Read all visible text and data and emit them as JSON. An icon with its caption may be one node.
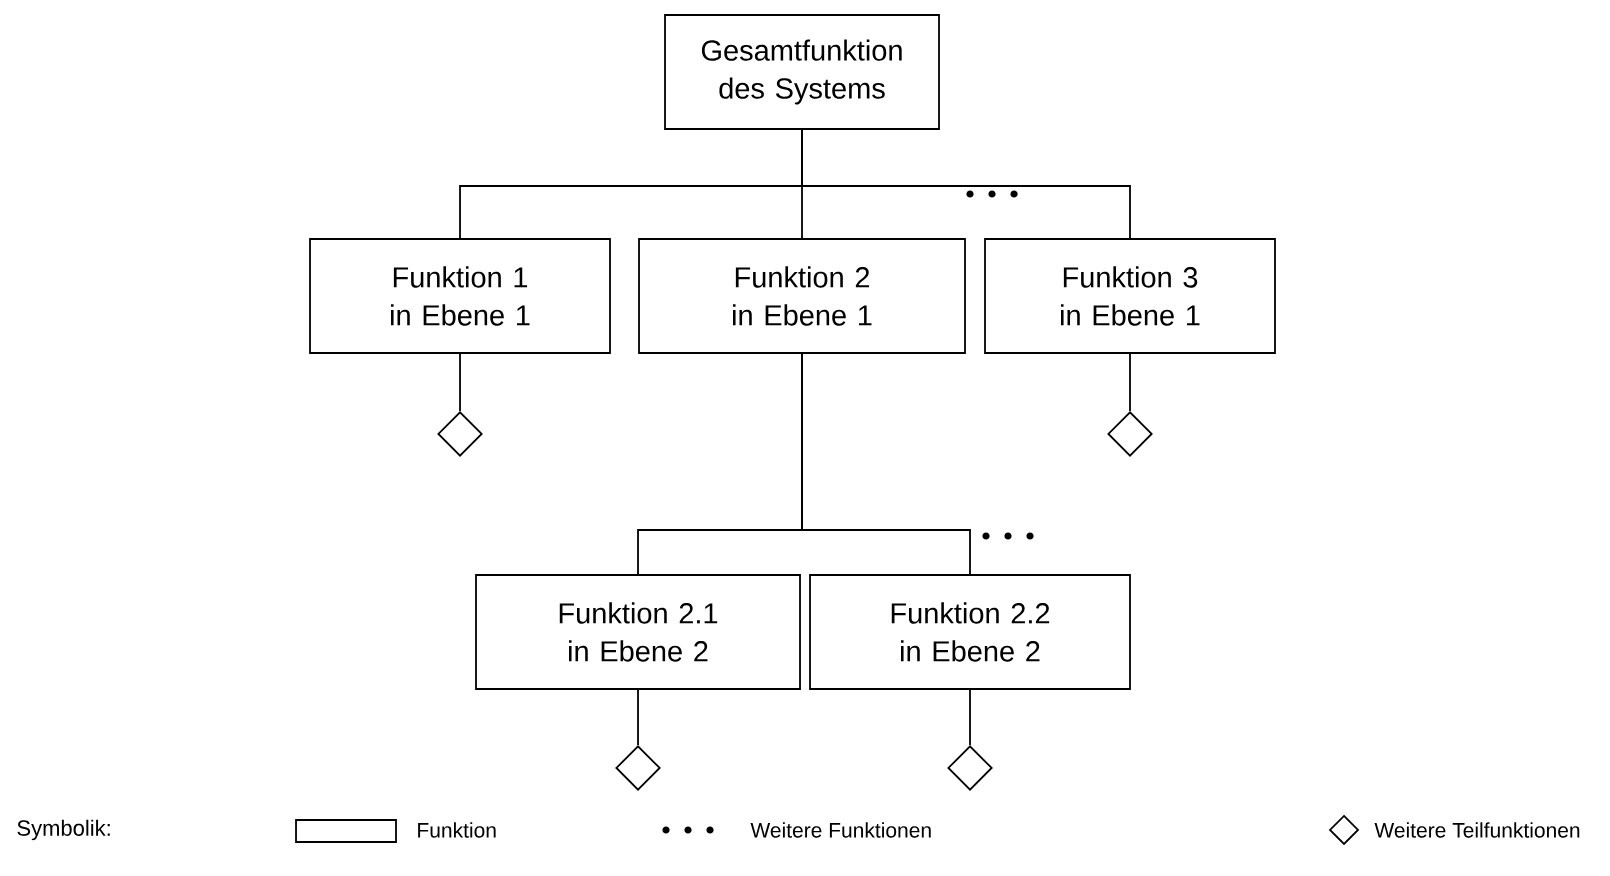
{
  "diagram": {
    "nodes": [
      {
        "text": [
          "Gesamtfunktion des Systems"
        ]
      },
      {
        "text": [
          "Funktion 1 in Ebene 1"
        ]
      },
      {
        "text": [
          "Funktion 2 in Ebene 1"
        ]
      },
      {
        "text": [
          "Funktion 3 in Ebene 1"
        ]
      },
      {
        "text": [
          "Funktion 2.1 in Ebene 2"
        ]
      },
      {
        "text": [
          "Funktion 2.2 in Ebene 2"
        ]
      },
      {
        "text": [],
        "shape": "diamond"
      },
      {
        "text": [],
        "shape": "diamond"
      },
      {
        "text": [],
        "shape": "diamond"
      },
      {
        "text": [],
        "shape": "diamond"
      }
    ],
    "edges": [
      {
        "from": 0,
        "to": 1,
        "arrow": "none"
      },
      {
        "from": 0,
        "to": 2,
        "arrow": "none"
      },
      {
        "from": 0,
        "to": 3,
        "arrow": "none"
      },
      {
        "from": 2,
        "to": 4,
        "arrow": "none"
      },
      {
        "from": 2,
        "to": 5,
        "arrow": "none"
      },
      {
        "from": 1,
        "to": 6,
        "arrow": "none"
      },
      {
        "from": 3,
        "to": 7,
        "arrow": "none"
      },
      {
        "from": 4,
        "to": 8,
        "arrow": "none"
      },
      {
        "from": 5,
        "to": 9,
        "arrow": "none"
      }
    ],
    "labels": [
      "Symbolik:"
    ],
    "legend": [
      {
        "text": "Funktion"
      },
      {
        "text": "Weitere Funktionen"
      },
      {
        "text": "Weitere Teilfunktionen"
      }
    ]
  }
}
